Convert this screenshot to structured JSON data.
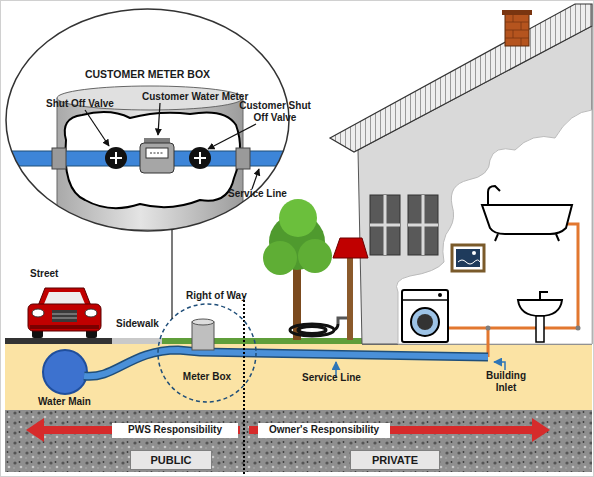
{
  "diagram": {
    "nodes": [
      {
        "text": [
          "CUSTOMER METER BOX"
        ]
      },
      {
        "text": [
          "Meter Box"
        ]
      },
      {
        "text": [
          "PWS Responsibility"
        ]
      },
      {
        "text": [
          "Owner's Responsibility"
        ]
      },
      {
        "text": [
          "PUBLIC"
        ]
      },
      {
        "text": [
          "PRIVATE"
        ]
      }
    ],
    "edges": [
      {
        "from": 0,
        "to": 1,
        "arrow": "none"
      }
    ],
    "labels": [
      "Shut Off Valve",
      "Customer Water Meter",
      "Customer Shut Off Valve",
      "Service Line",
      "Street",
      "Sidewalk",
      "Right of Way",
      "Service Line",
      "Building Inlet",
      "Water Main"
    ]
  }
}
